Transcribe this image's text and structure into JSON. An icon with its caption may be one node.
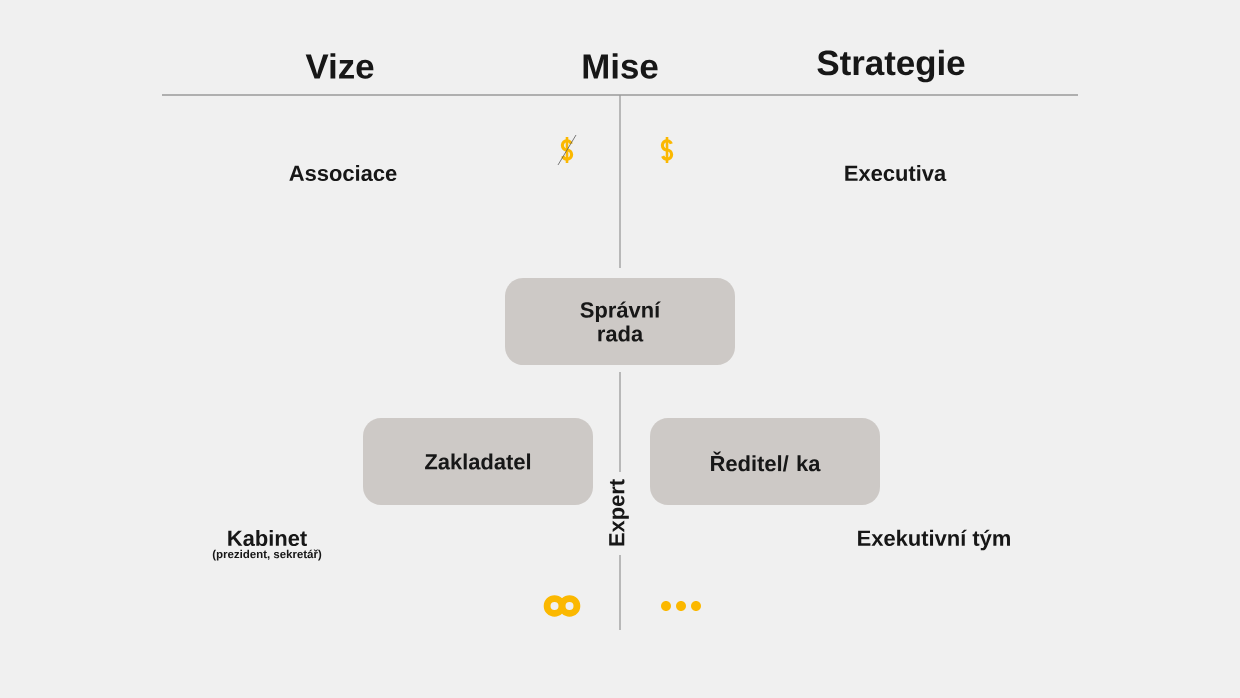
{
  "diagram": {
    "nodes": [
      {
        "text": [
          "Správní rada"
        ]
      },
      {
        "text": [
          "Zakladatel"
        ]
      },
      {
        "text": [
          "Ředitel/ ka"
        ]
      }
    ],
    "labels": [
      "Vize",
      "Mise",
      "Strategie",
      "Associace",
      "Executiva",
      "Kabinet",
      "(prezident, sekretář)",
      "Expert",
      "Exekutivní tým"
    ]
  }
}
